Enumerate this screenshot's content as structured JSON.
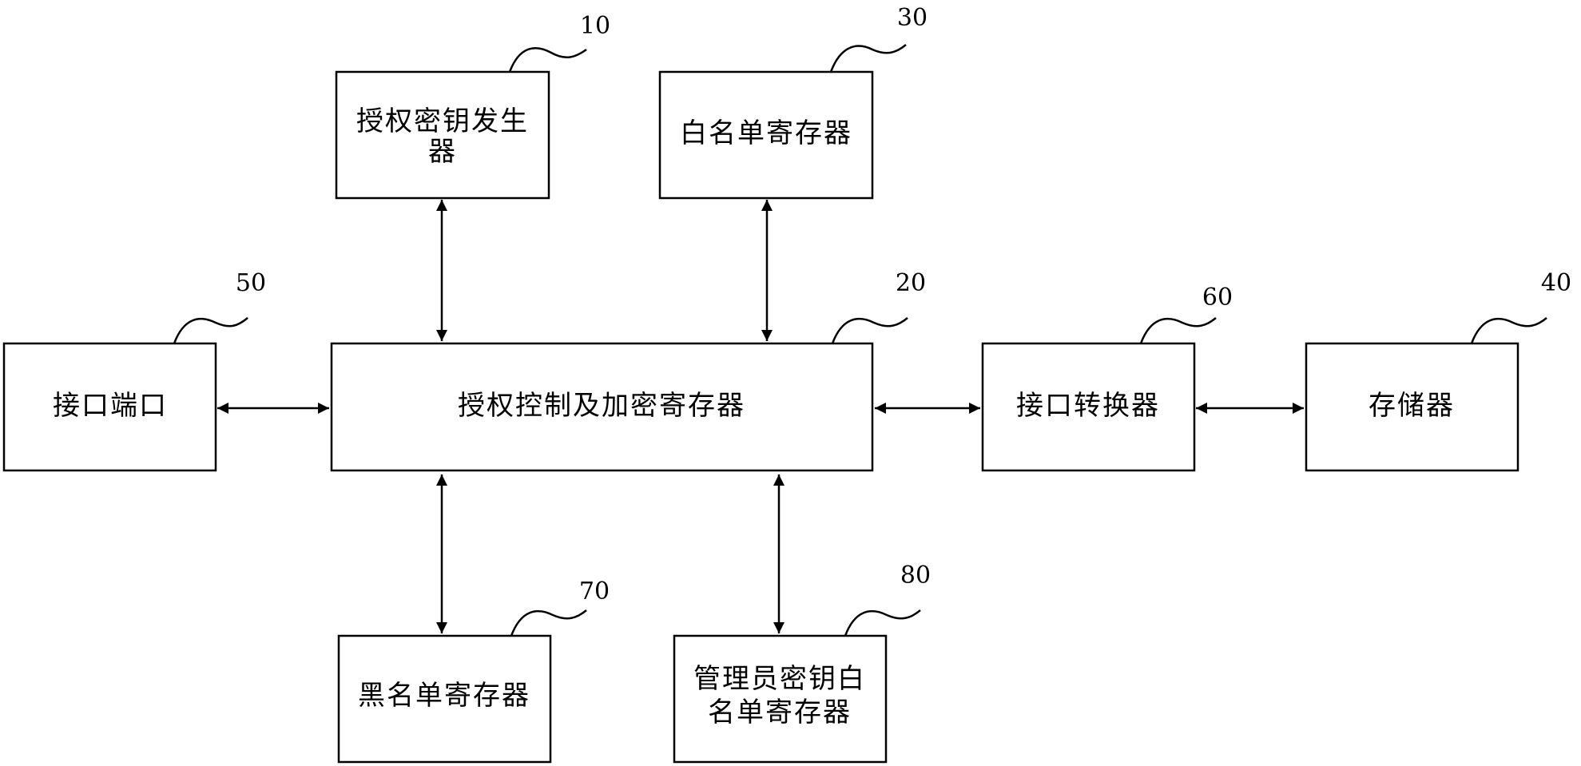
{
  "diagram": {
    "blocks": [
      {
        "id": "b10",
        "ref": "10",
        "lines": [
          "授权密钥发生",
          "器"
        ]
      },
      {
        "id": "b30",
        "ref": "30",
        "lines": [
          "白名单寄存器"
        ]
      },
      {
        "id": "b50",
        "ref": "50",
        "lines": [
          "接口端口"
        ]
      },
      {
        "id": "b20",
        "ref": "20",
        "lines": [
          "授权控制及加密寄存器"
        ]
      },
      {
        "id": "b60",
        "ref": "60",
        "lines": [
          "接口转换器"
        ]
      },
      {
        "id": "b40",
        "ref": "40",
        "lines": [
          "存储器"
        ]
      },
      {
        "id": "b70",
        "ref": "70",
        "lines": [
          "黑名单寄存器"
        ]
      },
      {
        "id": "b80",
        "ref": "80",
        "lines": [
          "管理员密钥白",
          "名单寄存器"
        ]
      }
    ],
    "connections": [
      {
        "from": "b10",
        "to": "b20",
        "bidirectional": true
      },
      {
        "from": "b30",
        "to": "b20",
        "bidirectional": true
      },
      {
        "from": "b50",
        "to": "b20",
        "bidirectional": true
      },
      {
        "from": "b20",
        "to": "b60",
        "bidirectional": true
      },
      {
        "from": "b60",
        "to": "b40",
        "bidirectional": true
      },
      {
        "from": "b20",
        "to": "b70",
        "bidirectional": true
      },
      {
        "from": "b20",
        "to": "b80",
        "bidirectional": true
      }
    ],
    "colors": {
      "stroke": "#000000",
      "background": "#ffffff"
    }
  }
}
